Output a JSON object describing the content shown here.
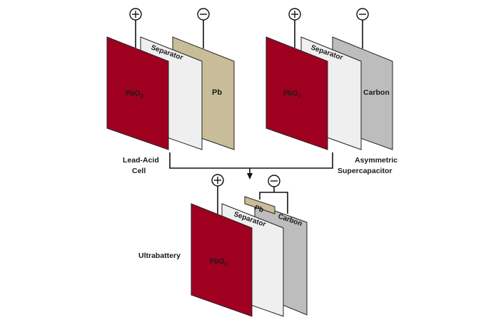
{
  "colors": {
    "pbo2": "#a00020",
    "separator": "#efefef",
    "pb": "#c8bd98",
    "carbon": "#bdbdbd"
  },
  "icons": {
    "positive": "plus-in-circle",
    "negative": "minus-in-circle",
    "merge_arrow": "arrow-down"
  },
  "lead_acid": {
    "label_line1": "Lead-Acid",
    "label_line2": "Cell",
    "positive_plate": "PbO",
    "positive_subscript": "2",
    "separator": "Separator",
    "negative_plate": "Pb"
  },
  "supercapacitor": {
    "label_line1": "Asymmetric",
    "label_line2": "Supercapacitor",
    "positive_plate": "PbO",
    "positive_subscript": "2",
    "separator": "Separator",
    "negative_plate": "Carbon"
  },
  "ultrabattery": {
    "label": "Ultrabattery",
    "positive_plate": "PbO",
    "positive_subscript": "2",
    "separator": "Separator",
    "lead_plate": "Pb",
    "carbon_plate": "Carbon"
  }
}
